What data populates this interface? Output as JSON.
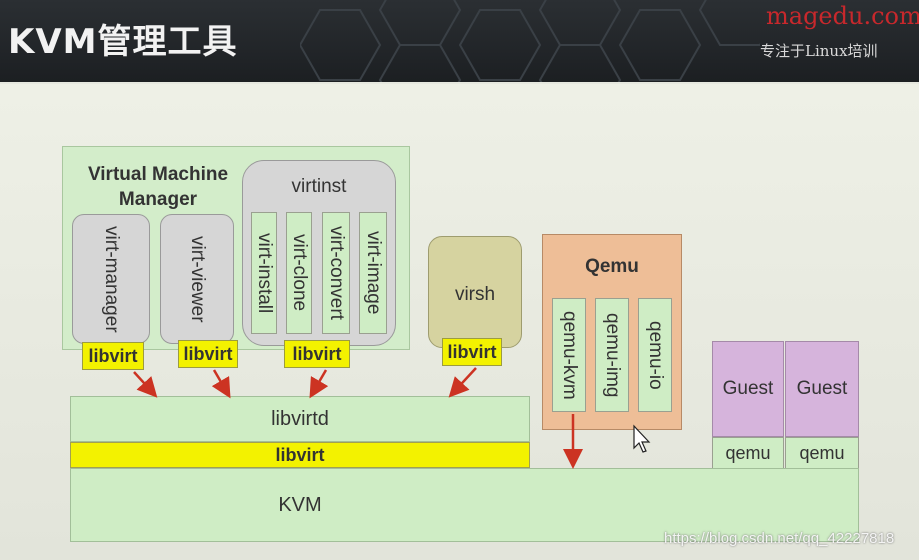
{
  "header": {
    "title": "KVM管理工具",
    "brand": "magedu.com",
    "slogan": "专注于Linux培训"
  },
  "diagram": {
    "vmm_title": "Virtual Machine Manager",
    "virt_manager": "virt-manager",
    "virt_viewer": "virt-viewer",
    "virtinst": "virtinst",
    "virt_install": "virt-install",
    "virt_clone": "virt-clone",
    "virt_convert": "virt-convert",
    "virt_image": "virt-image",
    "virsh": "virsh",
    "qemu_title": "Qemu",
    "qemu_kvm": "qemu-kvm",
    "qemu_img": "qemu-img",
    "qemu_io": "qemu-io",
    "libvirt": "libvirt",
    "libvirtd": "libvirtd",
    "kvm": "KVM",
    "guest1": "Guest",
    "guest2": "Guest",
    "guest_qemu1": "qemu",
    "guest_qemu2": "qemu"
  },
  "colors": {
    "green": "#cfedc5",
    "gray": "#d6d6d6",
    "yellow": "#f3f200",
    "olive": "#d6d3a0",
    "orange": "#eebe97",
    "violet": "#d6b4dc",
    "arrow": "#cc3322"
  },
  "watermark": "https://blog.csdn.net/qq_42227818"
}
